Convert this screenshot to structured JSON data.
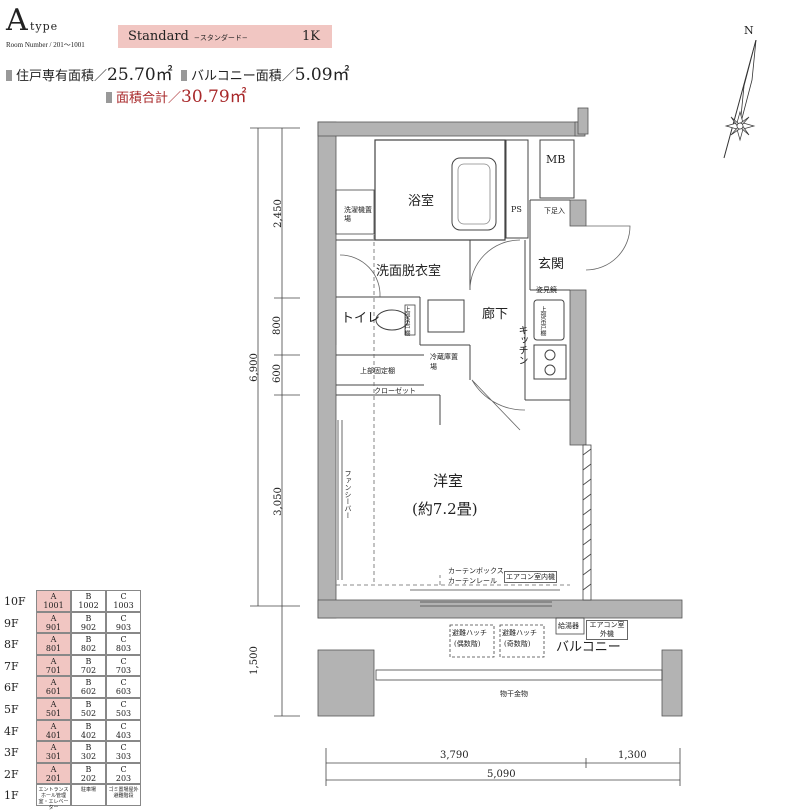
{
  "header": {
    "type_letter": "A",
    "type_word": "type",
    "room_number": "Room Number / 201～1001",
    "standard_label": "Standard",
    "standard_sub": "−スタンダード−",
    "unit_type": "1K"
  },
  "areas": {
    "private_label": "住戸専有面積／",
    "private_value": "25.70㎡",
    "balcony_label": "バルコニー面積／",
    "balcony_value": "5.09㎡",
    "total_label": "面積合計／",
    "total_value": "30.79㎡"
  },
  "rooms": {
    "bath": "浴室",
    "washroom": "洗面脱衣室",
    "entrance": "玄関",
    "hallway": "廊下",
    "toilet": "トイレ",
    "kitchen": "キッチン",
    "western_room": "洋室",
    "western_room_size": "(約7.2畳)",
    "balcony": "バルコニー",
    "mb": "MB",
    "ps": "PS"
  },
  "fixtures": {
    "washer_space": "洗濯機置場",
    "shoe_rack": "下足入",
    "mirror": "姿見鏡",
    "upper_shelf_1": "上部吊戸棚",
    "upper_shelf_2": "上部吊戸棚",
    "fridge_space": "冷蔵庫置場",
    "upper_fixed_shelf": "上部固定棚",
    "closet": "クローゼット",
    "fancy_bar": "ファンシーバー",
    "curtain_box": "カーテンボックス",
    "curtain_rail": "カーテンレール",
    "ac_indoor": "エアコン室内機",
    "ac_outdoor": "エアコン室外機",
    "water_heater": "給湯器",
    "hatch_even": "避難ハッチ",
    "hatch_even_sub": "(偶数階)",
    "hatch_odd": "避難ハッチ",
    "hatch_odd_sub": "(奇数階)",
    "drying_hardware": "物干金物"
  },
  "dimensions": {
    "left_total": "6,900",
    "d1": "2,450",
    "d2": "800",
    "d3": "600",
    "d4": "3,050",
    "d5": "1,500",
    "bottom_1": "3,790",
    "bottom_2": "1,300",
    "bottom_total": "5,090"
  },
  "compass": {
    "north": "N"
  },
  "floor_table": {
    "floors": [
      {
        "floor": "10F",
        "a": "A",
        "a_no": "1001",
        "b": "B",
        "b_no": "1002",
        "c": "C",
        "c_no": "1003"
      },
      {
        "floor": "9F",
        "a": "A",
        "a_no": "901",
        "b": "B",
        "b_no": "902",
        "c": "C",
        "c_no": "903"
      },
      {
        "floor": "8F",
        "a": "A",
        "a_no": "801",
        "b": "B",
        "b_no": "802",
        "c": "C",
        "c_no": "803"
      },
      {
        "floor": "7F",
        "a": "A",
        "a_no": "701",
        "b": "B",
        "b_no": "702",
        "c": "C",
        "c_no": "703"
      },
      {
        "floor": "6F",
        "a": "A",
        "a_no": "601",
        "b": "B",
        "b_no": "602",
        "c": "C",
        "c_no": "603"
      },
      {
        "floor": "5F",
        "a": "A",
        "a_no": "501",
        "b": "B",
        "b_no": "502",
        "c": "C",
        "c_no": "503"
      },
      {
        "floor": "4F",
        "a": "A",
        "a_no": "401",
        "b": "B",
        "b_no": "402",
        "c": "C",
        "c_no": "403"
      },
      {
        "floor": "3F",
        "a": "A",
        "a_no": "301",
        "b": "B",
        "b_no": "302",
        "c": "C",
        "c_no": "303"
      },
      {
        "floor": "2F",
        "a": "A",
        "a_no": "201",
        "b": "B",
        "b_no": "202",
        "c": "C",
        "c_no": "203"
      }
    ],
    "ground": {
      "floor": "1F",
      "a": "エントランスホール管理室・エレベーター",
      "b": "駐車場",
      "c": "ゴミ置場屋外避難階段"
    }
  },
  "colors": {
    "accent": "#f1c6c2",
    "highlight_text": "#a8282a",
    "wall": "#b3b3b3"
  }
}
